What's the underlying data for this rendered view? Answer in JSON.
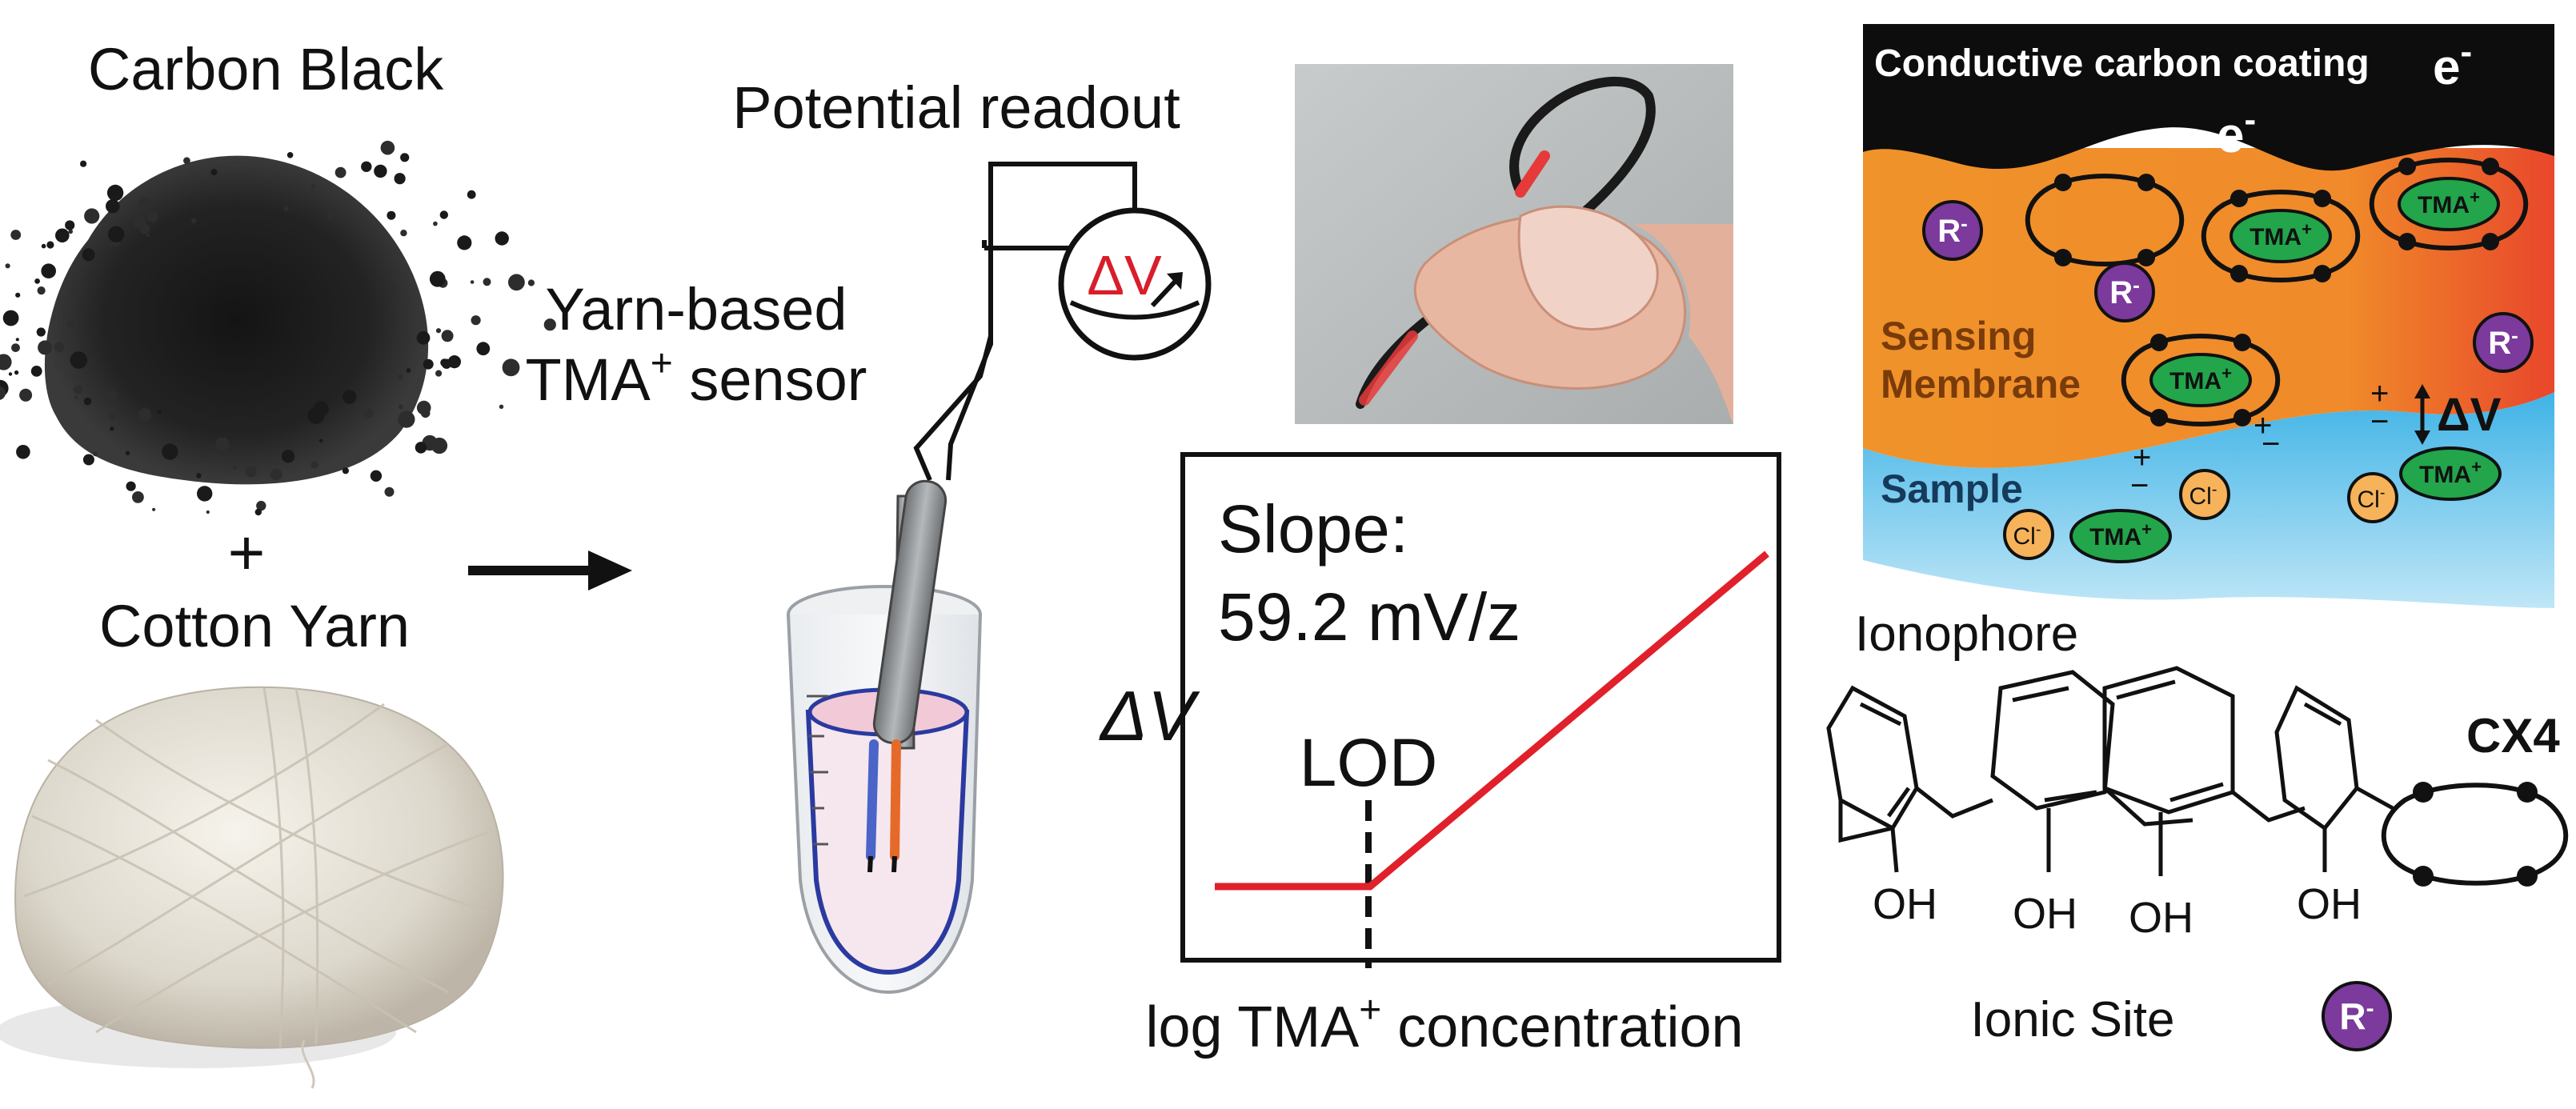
{
  "materials": {
    "carbon_label": "Carbon Black",
    "plus": "+",
    "yarn_label": "Cotton Yarn"
  },
  "sensor": {
    "readout_label": "Potential readout",
    "meter_symbol": "ΔV",
    "sensor_label_line1": "Yarn-based",
    "sensor_label_line2": "TMA",
    "sensor_label_sup": "+",
    "sensor_label_line2_tail": " sensor"
  },
  "response_plot": {
    "y_axis_label": "ΔV",
    "slope_label": "Slope:",
    "slope_value": "59.2 mV/z",
    "lod_label": "LOD",
    "x_axis_label": "log TMA",
    "x_axis_sup": "+",
    "x_axis_tail": " concentration"
  },
  "mechanism": {
    "coating_label": "Conductive carbon coating",
    "electron": "e",
    "electron_sup": "-",
    "membrane_label_line1": "Sensing",
    "membrane_label_line2": "Membrane",
    "sample_label": "Sample",
    "delta_v": "ΔV",
    "tma": "TMA",
    "tma_sup": "+",
    "r_ion": "R",
    "r_sup": "-",
    "cl": "Cl",
    "cl_sup": "-",
    "plus_sign": "+",
    "minus_sign": "−"
  },
  "chemistry": {
    "ionophore_label": "Ionophore",
    "oh": "OH",
    "cx4_label": "CX4",
    "ionic_site_label": "Ionic Site"
  },
  "colors": {
    "membrane_orange": "#f0932a",
    "membrane_red": "#e8472b",
    "sample_blue": "#52bde8",
    "tma_green": "#23a54b",
    "r_purple": "#7b3a9c",
    "cl_orange": "#f7b35a",
    "curve_red": "#e0202a"
  }
}
